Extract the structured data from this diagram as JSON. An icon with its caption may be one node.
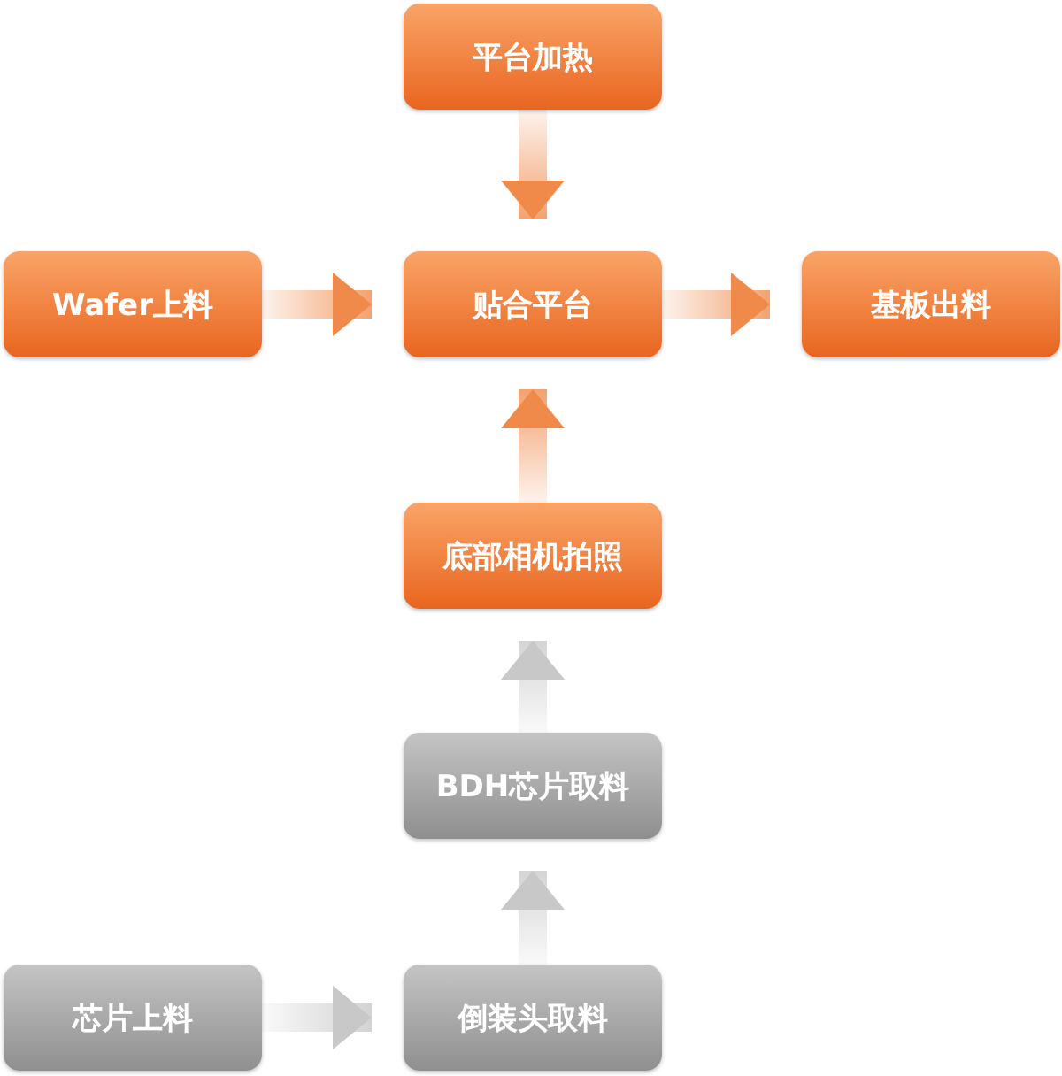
{
  "diagram": {
    "nodes": [
      {
        "text": [
          "平台加热"
        ]
      },
      {
        "text": [
          "Wafer上料"
        ]
      },
      {
        "text": [
          "贴合平台"
        ]
      },
      {
        "text": [
          "基板出料"
        ]
      },
      {
        "text": [
          "底部相机拍照"
        ]
      },
      {
        "text": [
          "BDH芯片取料"
        ]
      },
      {
        "text": [
          "芯片上料"
        ]
      },
      {
        "text": [
          "倒装头取料"
        ]
      }
    ],
    "edges": [
      {
        "from": 0,
        "to": 2,
        "arrow": "to"
      },
      {
        "from": 1,
        "to": 2,
        "arrow": "to"
      },
      {
        "from": 2,
        "to": 3,
        "arrow": "to"
      },
      {
        "from": 4,
        "to": 2,
        "arrow": "to"
      },
      {
        "from": 5,
        "to": 4,
        "arrow": "to",
        "color": "#c8c8c8"
      },
      {
        "from": 7,
        "to": 5,
        "arrow": "to",
        "color": "#c8c8c8"
      },
      {
        "from": 6,
        "to": 7,
        "arrow": "to",
        "color": "#c8c8c8"
      }
    ]
  }
}
